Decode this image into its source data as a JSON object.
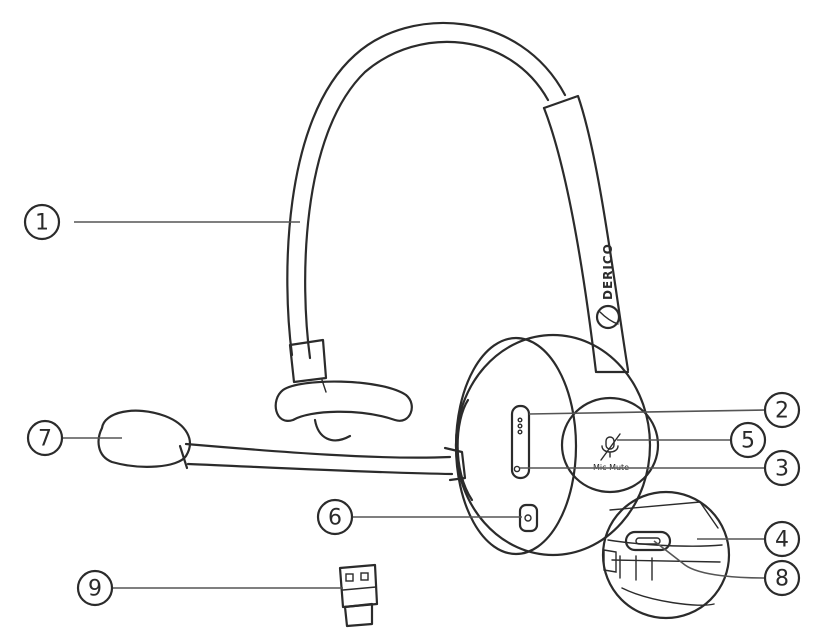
{
  "brand": "DERICO",
  "button_label": "Mic Mute",
  "callouts": [
    {
      "id": "callout-1",
      "label": "1"
    },
    {
      "id": "callout-2",
      "label": "2"
    },
    {
      "id": "callout-3",
      "label": "3"
    },
    {
      "id": "callout-4",
      "label": "4"
    },
    {
      "id": "callout-5",
      "label": "5"
    },
    {
      "id": "callout-6",
      "label": "6"
    },
    {
      "id": "callout-7",
      "label": "7"
    },
    {
      "id": "callout-8",
      "label": "8"
    },
    {
      "id": "callout-9",
      "label": "9"
    }
  ],
  "icons": [
    "headband",
    "ear-cup",
    "boom-microphone",
    "mic-mute-icon",
    "usb-c-port",
    "usb-dongle",
    "brand-logo-icon"
  ]
}
